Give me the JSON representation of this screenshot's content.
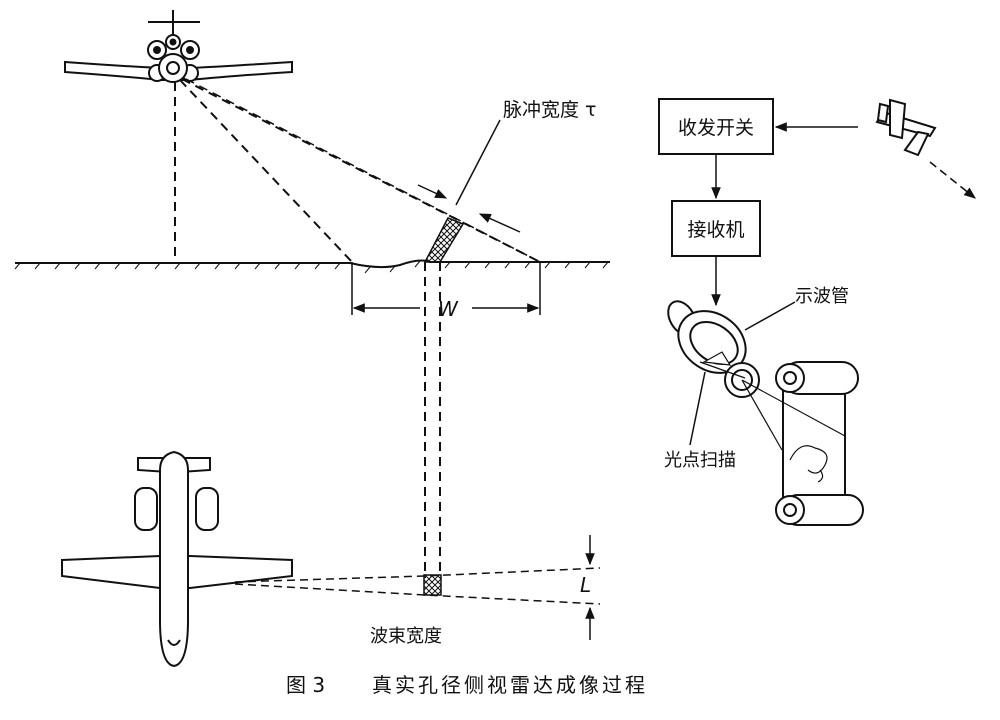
{
  "labels": {
    "pulse_width": "脉冲宽度 τ",
    "swath_width": "W",
    "beam_width_symbol": "L",
    "beam_width": "波束宽度",
    "tr_switch": "收发开关",
    "receiver": "接收机",
    "oscilloscope": "示波管",
    "spot_scan": "光点扫描"
  },
  "caption": {
    "number": "图 3",
    "title": "真实孔径侧视雷达成像过程"
  },
  "colors": {
    "ink": "#111111",
    "paper": "#ffffff"
  }
}
